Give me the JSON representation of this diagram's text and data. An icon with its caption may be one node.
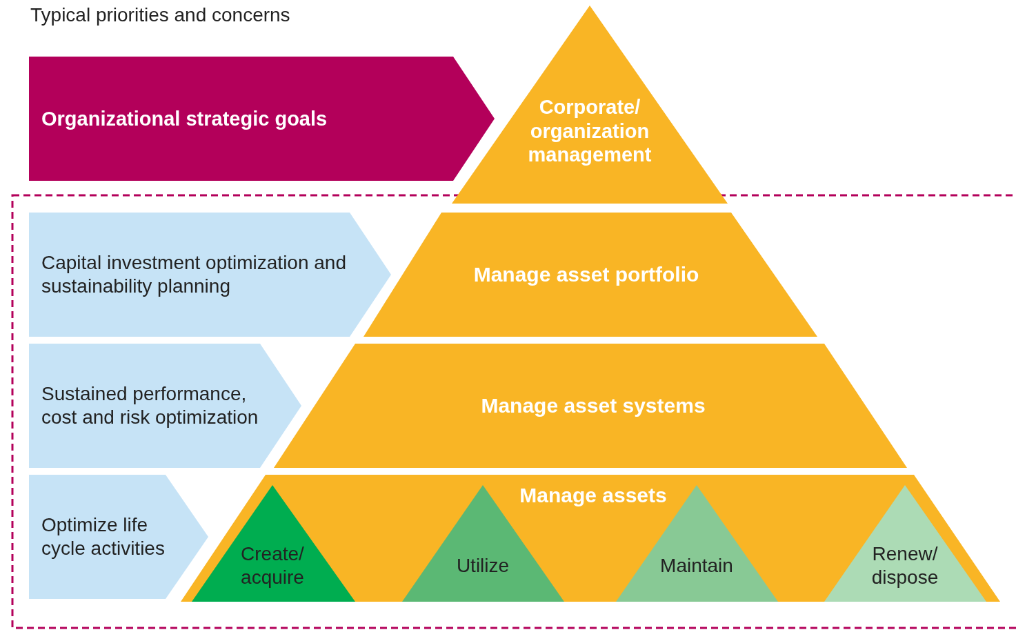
{
  "diagram": {
    "nodes": [
      {
        "text": [
          "Organizational strategic goals"
        ]
      },
      {
        "text": [
          "Corporate/ organization management"
        ]
      },
      {
        "text": [
          "Capital investment optimization and sustainability planning"
        ]
      },
      {
        "text": [
          "Manage asset portfolio"
        ]
      },
      {
        "text": [
          "Sustained performance, cost and risk optimization"
        ]
      },
      {
        "text": [
          "Manage asset systems"
        ]
      },
      {
        "text": [
          "Optimize life cycle activities"
        ]
      },
      {
        "text": [
          "Manage assets"
        ]
      },
      {
        "text": [
          "Create/ acquire"
        ],
        "in": 7
      },
      {
        "text": [
          "Utilize"
        ],
        "in": 7
      },
      {
        "text": [
          "Maintain"
        ],
        "in": 7
      },
      {
        "text": [
          "Renew/ dispose"
        ],
        "in": 7
      }
    ],
    "labels": [
      "Typical priorities and concerns"
    ]
  }
}
